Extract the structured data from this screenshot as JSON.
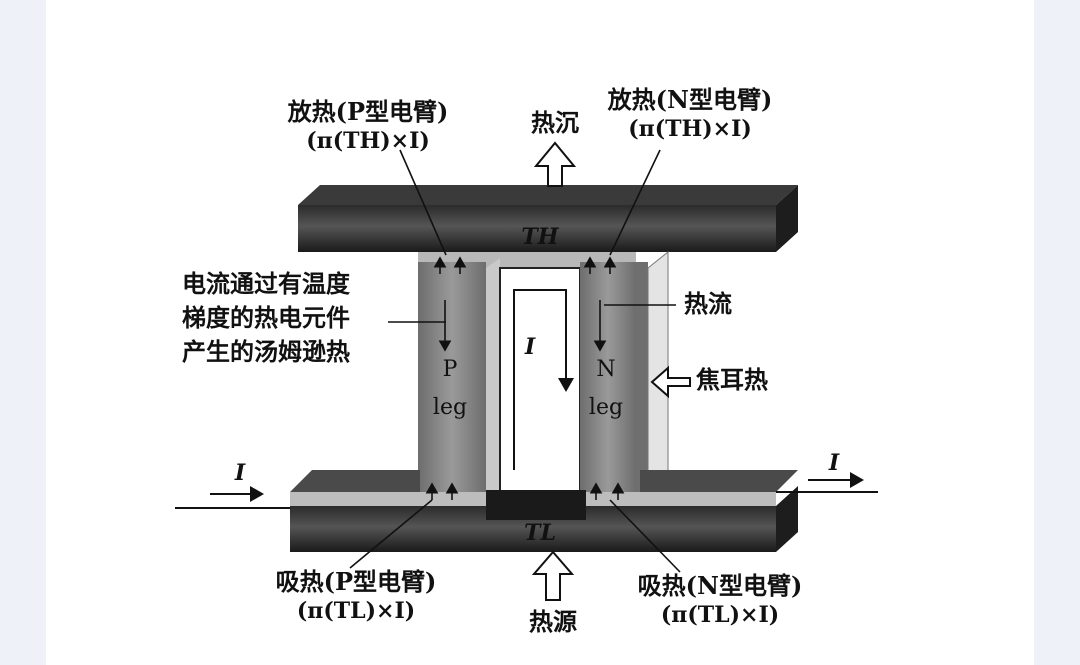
{
  "labels": {
    "top_left_title": "放热(P型电臂)",
    "top_left_formula": "(π(TH)×I)",
    "top_right_title": "放热(N型电臂)",
    "top_right_formula": "(π(TH)×I)",
    "heat_sink": "热沉",
    "t_hot": "TH",
    "left_note_1": "电流通过有温度",
    "left_note_2": "梯度的热电元件",
    "left_note_3": "产生的汤姆逊热",
    "heat_flow": "热流",
    "joule_heat": "焦耳热",
    "p_leg_1": "P",
    "p_leg_2": "leg",
    "n_leg_1": "N",
    "n_leg_2": "leg",
    "current_inner": "I",
    "current_left": "I",
    "current_right": "I",
    "t_cold": "TL",
    "bottom_left_title": "吸热(P型电臂)",
    "bottom_left_formula": "(π(TL)×I)",
    "bottom_right_title": "吸热(N型电臂)",
    "bottom_right_formula": "(π(TL)×I)",
    "heat_source": "热源"
  },
  "colors": {
    "plate_dark": "#1c1c1c",
    "plate_mid": "#4a4a4a",
    "leg_gray": "#8a8a8a",
    "background": "#ffffff",
    "page": "#eef1f7"
  }
}
